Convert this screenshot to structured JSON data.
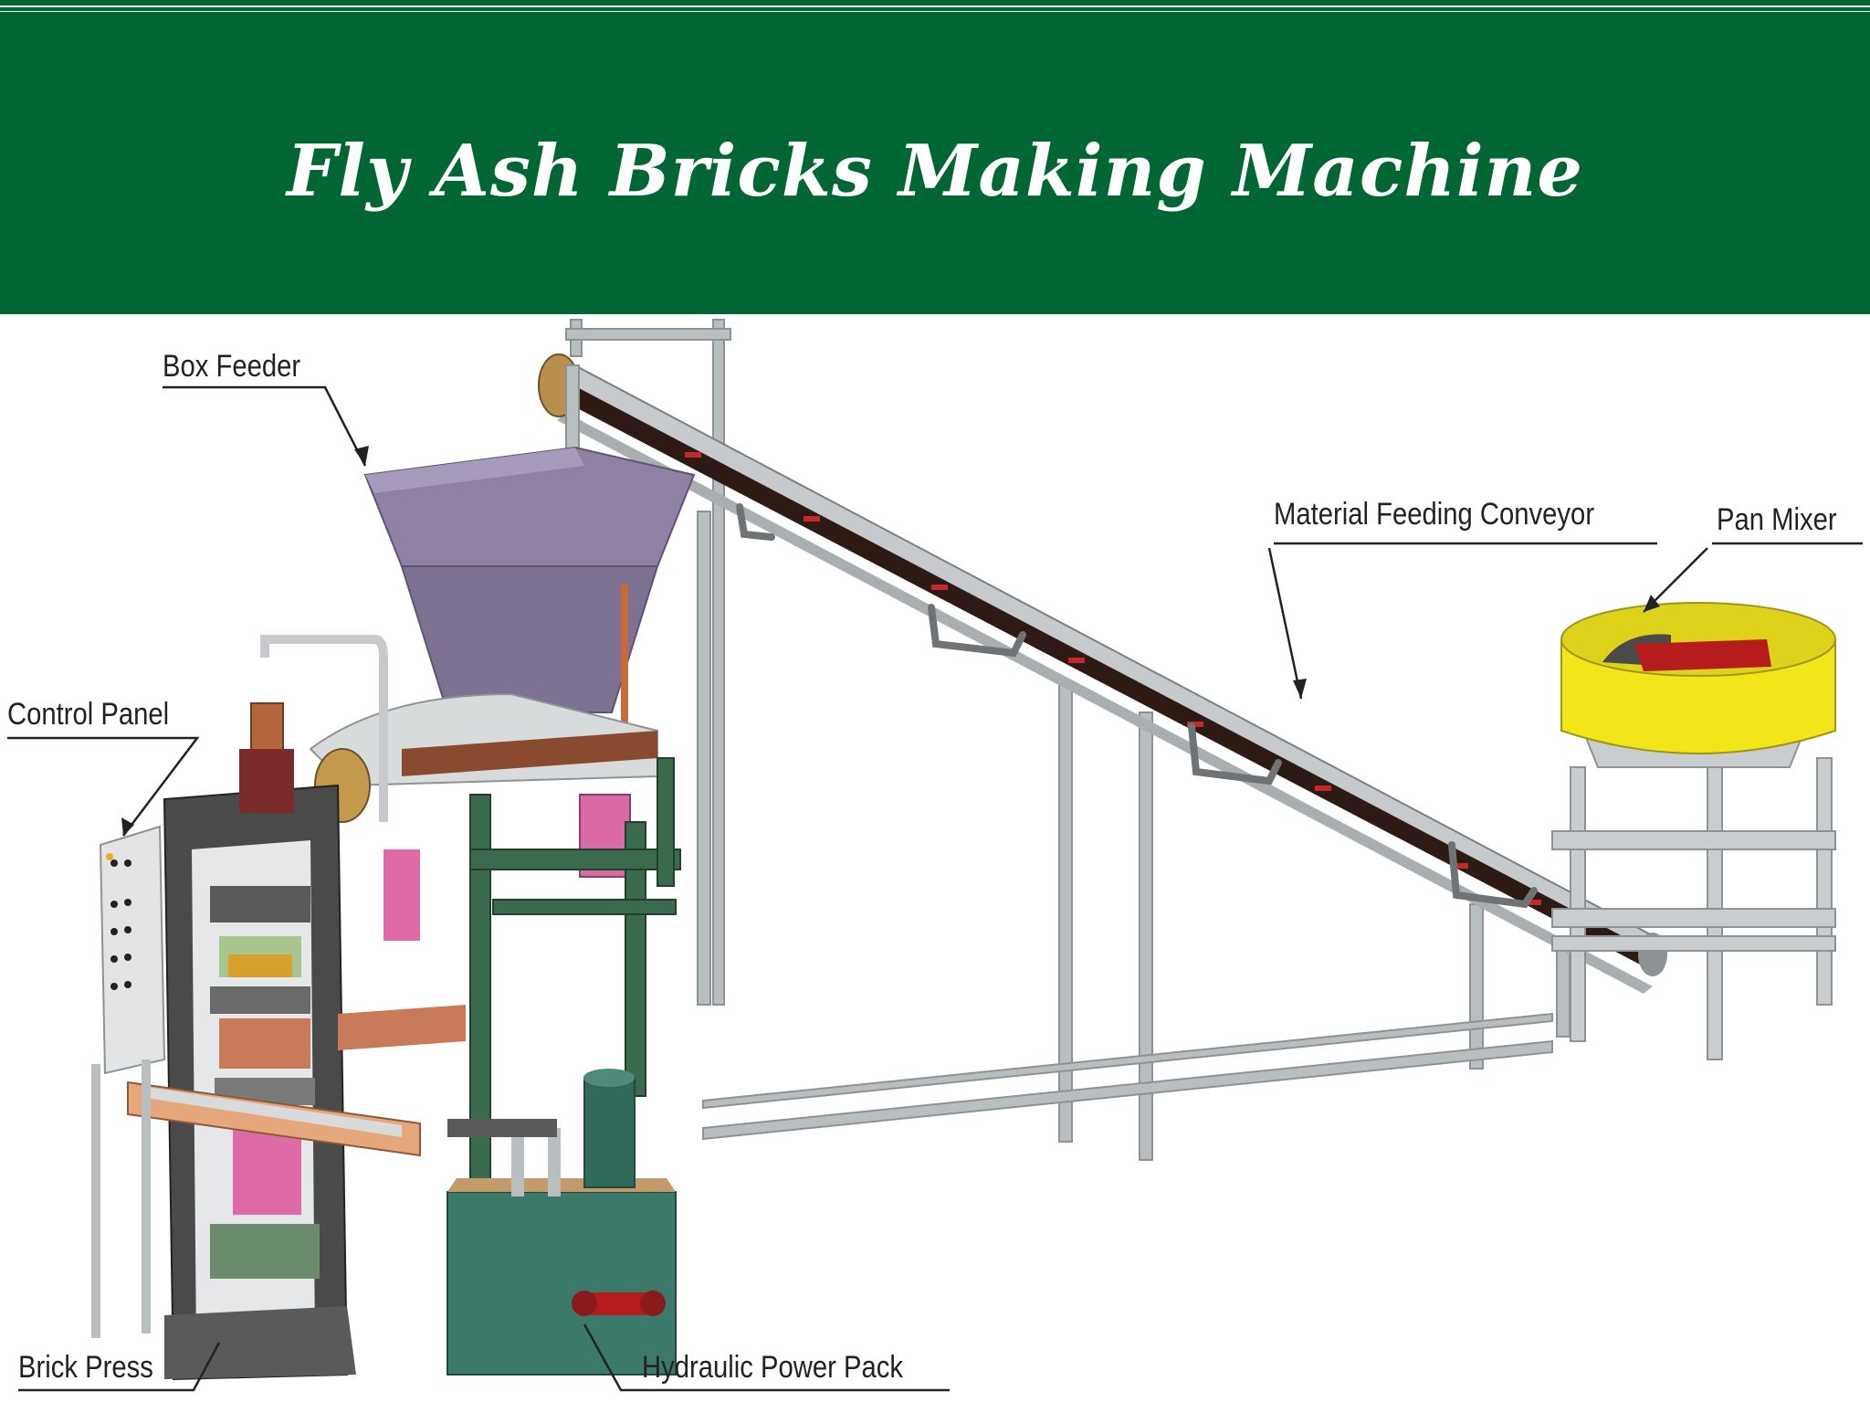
{
  "title": "Fly Ash Bricks Making Machine",
  "labels": {
    "box_feeder": "Box Feeder",
    "control_panel": "Control Panel",
    "brick_press": "Brick Press",
    "hydraulic_power_pack": "Hydraulic Power Pack",
    "material_feeding_conveyor": "Material Feeding Conveyor",
    "pan_mixer": "Pan Mixer"
  },
  "colors": {
    "header": "#006633",
    "box_feeder": "#8e81a3",
    "pan_mixer": "#f2e61a",
    "frame": "#b9bec1",
    "press": "#4a4a4a",
    "hydraulic": "#3b7a6b"
  }
}
